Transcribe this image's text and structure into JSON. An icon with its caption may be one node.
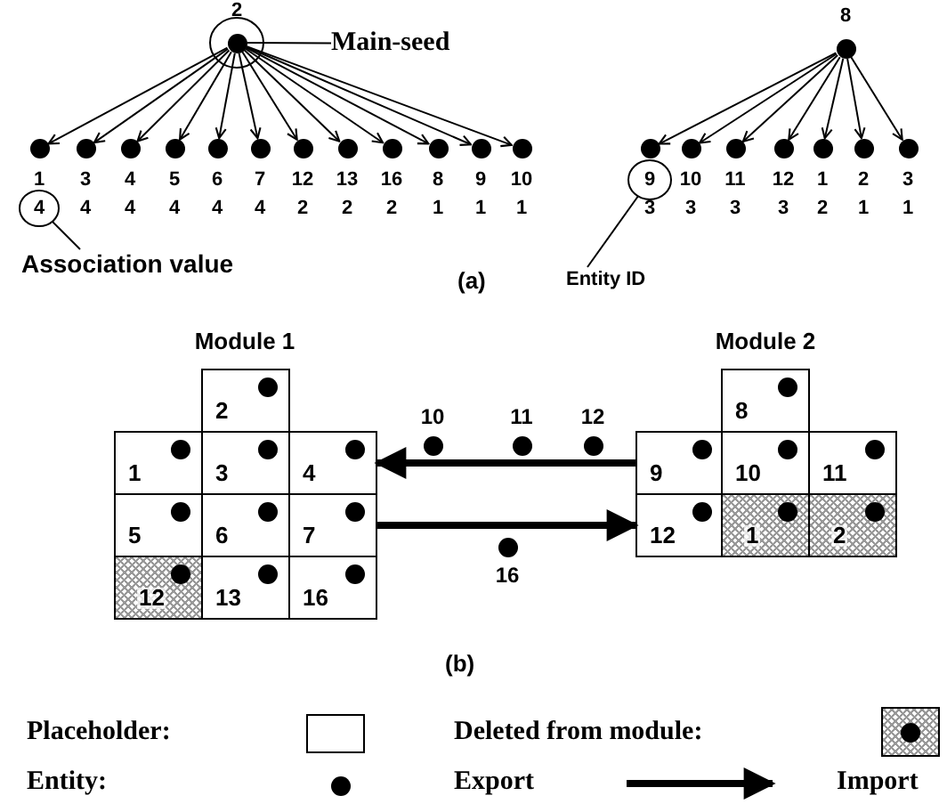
{
  "diagram": {
    "nodes": [
      {
        "text": [
          "2"
        ]
      },
      {
        "text": [
          "1",
          "4"
        ]
      },
      {
        "text": [
          "3",
          "4"
        ]
      },
      {
        "text": [
          "4",
          "4"
        ]
      },
      {
        "text": [
          "5",
          "4"
        ]
      },
      {
        "text": [
          "6",
          "4"
        ]
      },
      {
        "text": [
          "7",
          "4"
        ]
      },
      {
        "text": [
          "12",
          "2"
        ]
      },
      {
        "text": [
          "13",
          "2"
        ]
      },
      {
        "text": [
          "16",
          "2"
        ]
      },
      {
        "text": [
          "8",
          "1"
        ]
      },
      {
        "text": [
          "9",
          "1"
        ]
      },
      {
        "text": [
          "10",
          "1"
        ]
      },
      {
        "text": [
          "Main-seed"
        ]
      },
      {
        "text": [
          "Association value"
        ]
      },
      {
        "text": [
          "8"
        ]
      },
      {
        "text": [
          "9",
          "3"
        ]
      },
      {
        "text": [
          "10",
          "3"
        ]
      },
      {
        "text": [
          "11",
          "3"
        ]
      },
      {
        "text": [
          "12",
          "3"
        ]
      },
      {
        "text": [
          "1",
          "2"
        ]
      },
      {
        "text": [
          "2",
          "1"
        ]
      },
      {
        "text": [
          "3",
          "1"
        ]
      },
      {
        "text": [
          "Entity  ID"
        ]
      },
      {
        "text": [
          "Module 1"
        ]
      },
      {
        "text": [
          "2"
        ],
        "in": 24
      },
      {
        "text": [
          "1"
        ],
        "in": 24
      },
      {
        "text": [
          "3"
        ],
        "in": 24
      },
      {
        "text": [
          "4"
        ],
        "in": 24
      },
      {
        "text": [
          "5"
        ],
        "in": 24
      },
      {
        "text": [
          "6"
        ],
        "in": 24
      },
      {
        "text": [
          "7"
        ],
        "in": 24
      },
      {
        "text": [
          "12"
        ],
        "in": 24
      },
      {
        "text": [
          "13"
        ],
        "in": 24
      },
      {
        "text": [
          "16"
        ],
        "in": 24
      },
      {
        "text": [
          "10"
        ]
      },
      {
        "text": [
          "11"
        ]
      },
      {
        "text": [
          "12"
        ]
      },
      {
        "text": [
          "16"
        ]
      },
      {
        "text": [
          "Module 2"
        ]
      },
      {
        "text": [
          "8"
        ],
        "in": 39
      },
      {
        "text": [
          "9"
        ],
        "in": 39
      },
      {
        "text": [
          "10"
        ],
        "in": 39
      },
      {
        "text": [
          "11"
        ],
        "in": 39
      },
      {
        "text": [
          "12"
        ],
        "in": 39
      },
      {
        "text": [
          "1"
        ],
        "in": 39
      },
      {
        "text": [
          "2"
        ],
        "in": 39
      }
    ],
    "edges": [
      {
        "from": 0,
        "to": 1,
        "arrow": "to"
      },
      {
        "from": 0,
        "to": 2,
        "arrow": "to"
      },
      {
        "from": 0,
        "to": 3,
        "arrow": "to"
      },
      {
        "from": 0,
        "to": 4,
        "arrow": "to"
      },
      {
        "from": 0,
        "to": 5,
        "arrow": "to"
      },
      {
        "from": 0,
        "to": 6,
        "arrow": "to"
      },
      {
        "from": 0,
        "to": 7,
        "arrow": "to"
      },
      {
        "from": 0,
        "to": 8,
        "arrow": "to"
      },
      {
        "from": 0,
        "to": 9,
        "arrow": "to"
      },
      {
        "from": 0,
        "to": 10,
        "arrow": "to"
      },
      {
        "from": 0,
        "to": 11,
        "arrow": "to"
      },
      {
        "from": 0,
        "to": 12,
        "arrow": "to"
      },
      {
        "from": 13,
        "to": 0,
        "arrow": "none"
      },
      {
        "from": 14,
        "to": 1,
        "arrow": "none"
      },
      {
        "from": 15,
        "to": 16,
        "arrow": "to"
      },
      {
        "from": 15,
        "to": 17,
        "arrow": "to"
      },
      {
        "from": 15,
        "to": 18,
        "arrow": "to"
      },
      {
        "from": 15,
        "to": 19,
        "arrow": "to"
      },
      {
        "from": 15,
        "to": 20,
        "arrow": "to"
      },
      {
        "from": 15,
        "to": 21,
        "arrow": "to"
      },
      {
        "from": 15,
        "to": 22,
        "arrow": "to"
      },
      {
        "from": 23,
        "to": 16,
        "arrow": "none"
      },
      {
        "from": 41,
        "to": 28,
        "arrow": "to",
        "style": "thick"
      },
      {
        "from": 31,
        "to": 44,
        "arrow": "to",
        "style": "thick"
      }
    ],
    "labels": [
      "(a)",
      "(b)"
    ],
    "legend": [
      {
        "text": "Placeholder:"
      },
      {
        "text": "Deleted from module:"
      },
      {
        "text": "Entity:"
      },
      {
        "text": "Export"
      },
      {
        "text": "Import"
      }
    ]
  }
}
